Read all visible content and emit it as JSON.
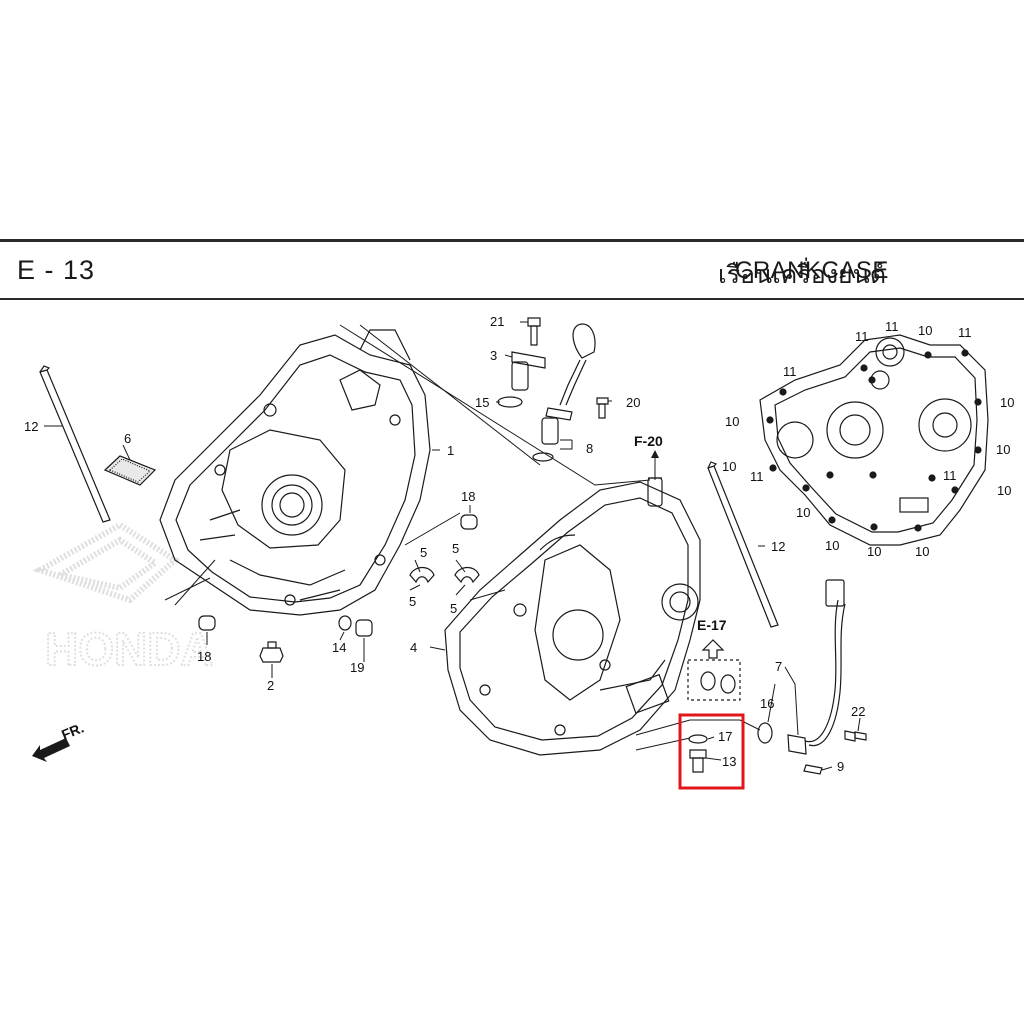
{
  "header": {
    "section_code": "E - 13",
    "title_th": "เรือนเครื่องยนต์",
    "title_en": "CRANKCASE"
  },
  "refs": {
    "f20": "F-20",
    "e17": "E-17",
    "fr": "FR."
  },
  "watermark": "HONDA",
  "labels": {
    "p1": "1",
    "p2": "2",
    "p3": "3",
    "p4": "4",
    "p5a": "5",
    "p5b": "5",
    "p5c": "5",
    "p5d": "5",
    "p6": "6",
    "p7": "7",
    "p8": "8",
    "p9": "9",
    "p10a": "10",
    "p10b": "10",
    "p10c": "10",
    "p10d": "10",
    "p10e": "10",
    "p10f": "10",
    "p10g": "10",
    "p10h": "10",
    "p10i": "10",
    "p10j": "10",
    "p11a": "11",
    "p11b": "11",
    "p11c": "11",
    "p11d": "11",
    "p11e": "11",
    "p11f": "11",
    "p12a": "12",
    "p12b": "12",
    "p13": "13",
    "p14": "14",
    "p15": "15",
    "p16": "16",
    "p17": "17",
    "p18a": "18",
    "p18b": "18",
    "p19": "19",
    "p20": "20",
    "p21": "21",
    "p22": "22"
  },
  "highlight": {
    "color": "#e0161b",
    "parts": [
      "17",
      "13"
    ]
  },
  "colors": {
    "line": "#1a1a1a",
    "rule": "#2b2b2b",
    "watermark": "#bfbfbf"
  }
}
